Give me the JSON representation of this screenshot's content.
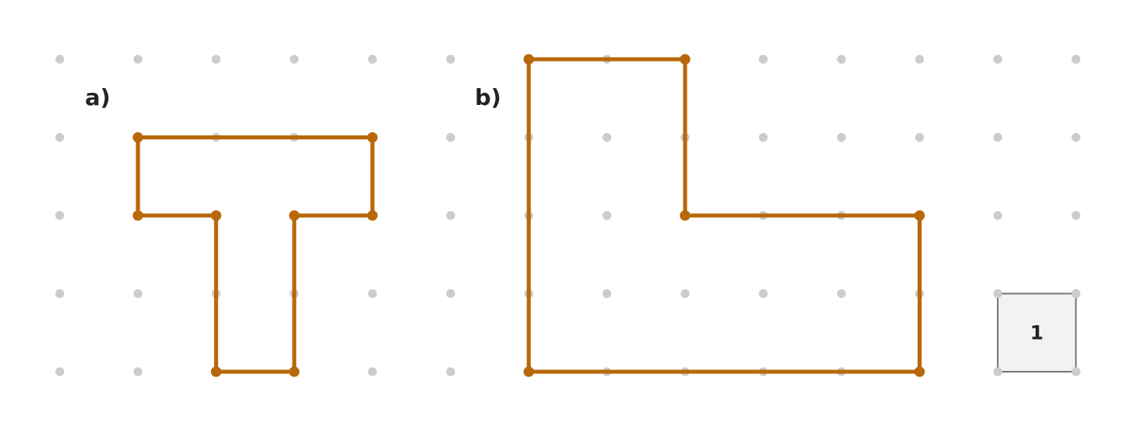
{
  "figure_a": {
    "label": "a)",
    "vertices": [
      [
        1,
        1
      ],
      [
        4,
        1
      ],
      [
        4,
        2
      ],
      [
        3,
        2
      ],
      [
        3,
        4
      ],
      [
        2,
        4
      ],
      [
        2,
        2
      ],
      [
        1,
        2
      ]
    ]
  },
  "figure_b": {
    "label": "b)",
    "vertices": [
      [
        6,
        0
      ],
      [
        8,
        0
      ],
      [
        8,
        2
      ],
      [
        11,
        2
      ],
      [
        11,
        4
      ],
      [
        6,
        4
      ]
    ]
  },
  "unit_square": {
    "label": "1",
    "cell": [
      12,
      3
    ]
  },
  "grid": {
    "columns": 14,
    "rows": 5
  },
  "colors": {
    "shape": "#b8680a",
    "grid_dot": "#cccccc",
    "text": "#222222",
    "unit_fill": "#f2f2f2",
    "unit_border": "#777777"
  }
}
